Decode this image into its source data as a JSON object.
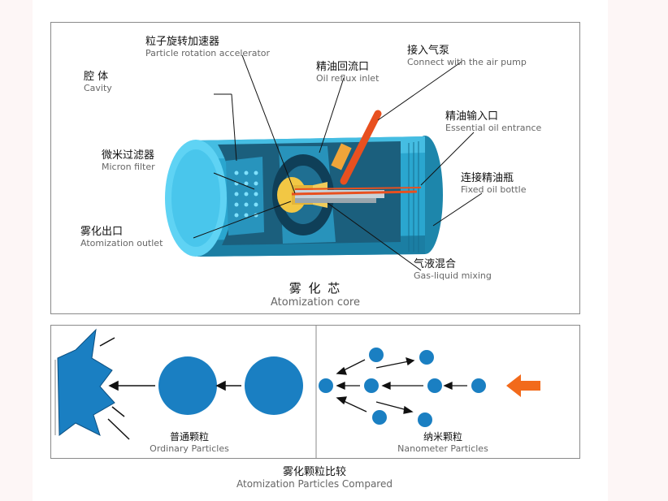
{
  "core": {
    "title_zh": "雾 化 芯",
    "title_en": "Atomization core",
    "labels": [
      {
        "zh": "粒子旋转加速器",
        "en": "Particle rotation accelerator"
      },
      {
        "zh": "接入气泵",
        "en": "Connect with the air pump"
      },
      {
        "zh": "精油回流口",
        "en": "Oil reflux inlet"
      },
      {
        "zh": "腔 体",
        "en": "Cavity"
      },
      {
        "zh": "精油输入口",
        "en": "Essential oil entrance"
      },
      {
        "zh": "微米过滤器",
        "en": "Micron filter"
      },
      {
        "zh": "连接精油瓶",
        "en": "Fixed oil bottle"
      },
      {
        "zh": "雾化出口",
        "en": "Atomization outlet"
      },
      {
        "zh": "气液混合",
        "en": "Gas-liquid mixing"
      }
    ]
  },
  "compare": {
    "ordinary_zh": "普通颗粒",
    "ordinary_en": "Ordinary Particles",
    "nano_zh": "纳米颗粒",
    "nano_en": "Nanometer Particles",
    "title_zh": "雾化颗粒比较",
    "title_en": "Atomization Particles Compared"
  },
  "colors": {
    "cylinder": "#2aa6cf",
    "cylinder_light": "#5fd3f4",
    "particle": "#1a7fc2",
    "arrow_orange": "#f26a1b",
    "tube": "#e8501f"
  }
}
